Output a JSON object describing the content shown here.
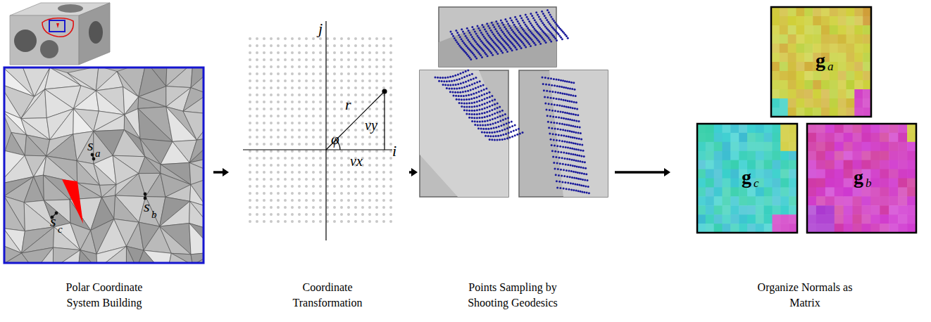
{
  "diagram": {
    "nodes": [
      {
        "text": [
          "Polar Coordinate System Building"
        ]
      },
      {
        "text": [
          "Coordinate Transformation"
        ]
      },
      {
        "text": [
          "Points Sampling by Shooting Geodesics"
        ]
      },
      {
        "text": [
          "Organize Normals as Matrix"
        ]
      }
    ],
    "edges": [
      {
        "from": 0,
        "to": 1,
        "arrow": "to"
      },
      {
        "from": 1,
        "to": 2,
        "arrow": "to"
      },
      {
        "from": 2,
        "to": 3,
        "arrow": "to"
      }
    ],
    "labels": [
      "s",
      "a",
      "s",
      "c",
      "s",
      "b",
      "j",
      "r",
      "vy",
      "φ",
      "vx",
      "i",
      "g",
      "a",
      "g",
      "c",
      "g",
      "b"
    ]
  }
}
